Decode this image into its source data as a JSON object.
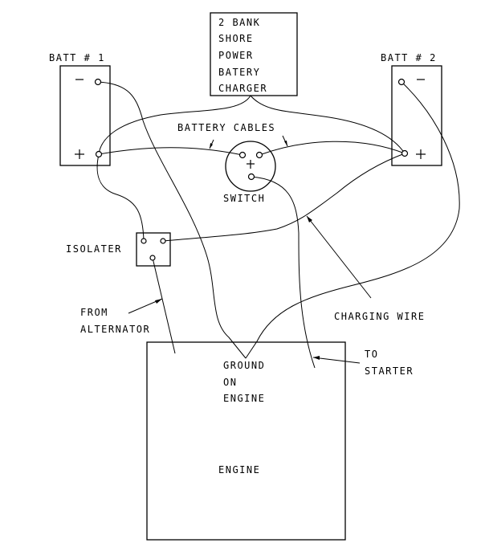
{
  "title": "Two-bank battery wiring diagram",
  "charger": {
    "lines": [
      "2 BANK",
      "SHORE",
      "POWER",
      "BATERY",
      "CHARGER"
    ]
  },
  "battery1": {
    "label": "BATT # 1",
    "neg": "−",
    "pos": "+"
  },
  "battery2": {
    "label": "BATT # 2",
    "neg": "−",
    "pos": "+"
  },
  "switch": {
    "label": "SWITCH",
    "center_mark": "+"
  },
  "isolater": {
    "label": "ISOLATER"
  },
  "labels": {
    "battery_cables": "BATTERY CABLES",
    "charging_wire": "CHARGING WIRE",
    "from": "FROM",
    "alternator": "ALTERNATOR",
    "to": "TO",
    "starter": "STARTER"
  },
  "engine": {
    "ground_lines": [
      "GROUND",
      "ON",
      "ENGINE"
    ],
    "label": "ENGINE"
  },
  "colors": {
    "ink": "#000000",
    "paper": "#ffffff"
  }
}
